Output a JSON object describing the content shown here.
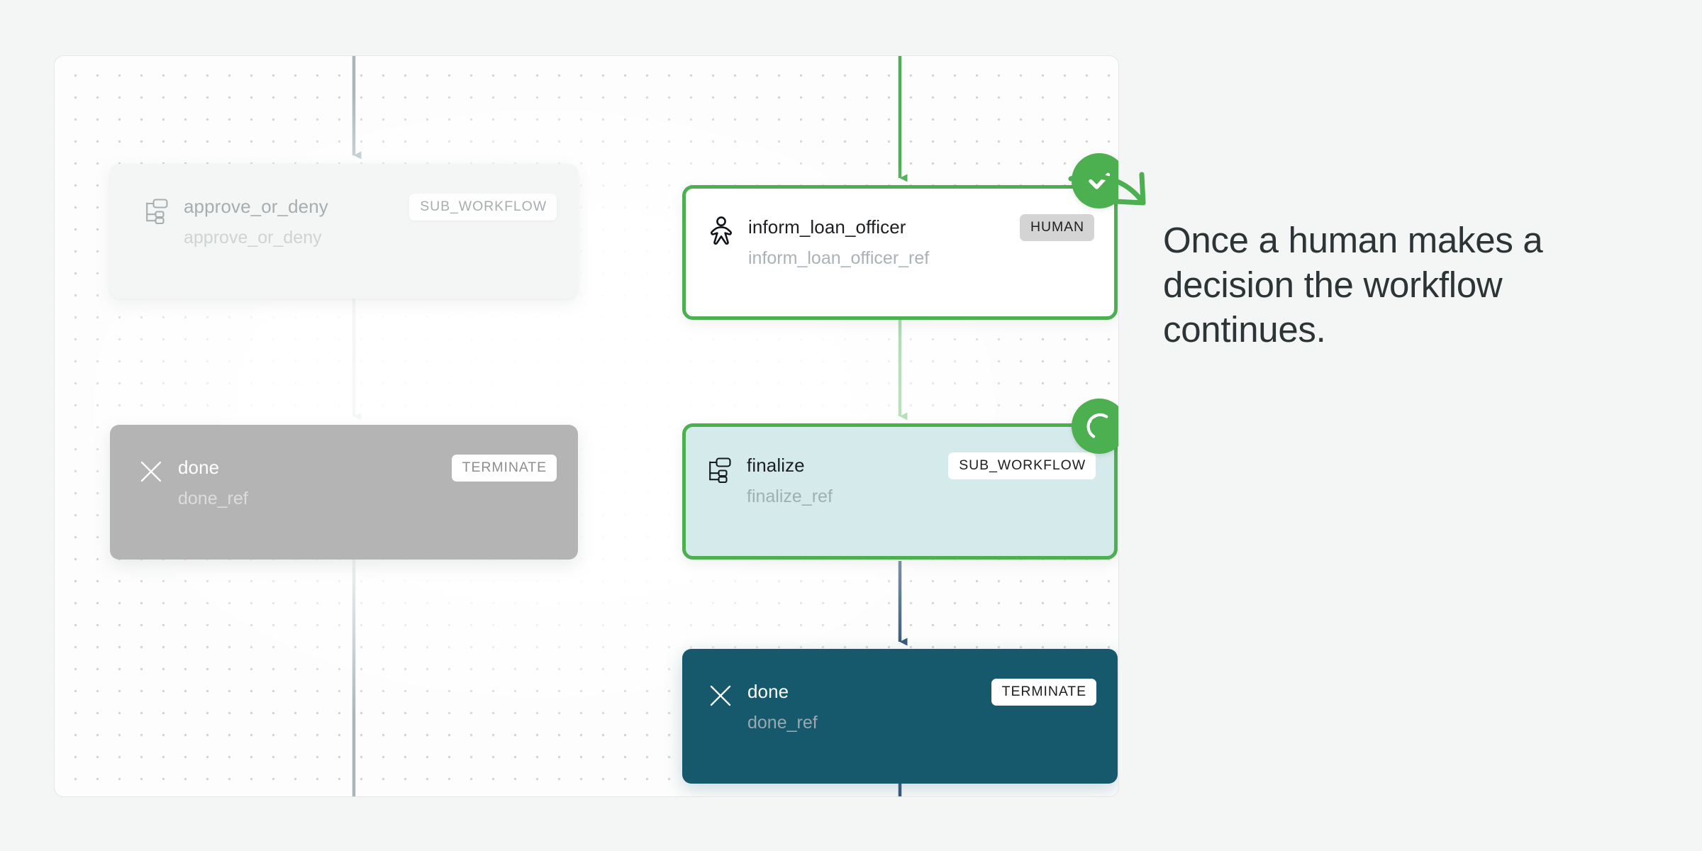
{
  "canvas": {
    "label": "workflow-canvas",
    "grid": "dotted"
  },
  "nodes": [
    {
      "id": "approve_or_deny",
      "title": "approve_or_deny",
      "ref": "approve_or_deny",
      "badge": "SUB_WORKFLOW",
      "icon": "sub-workflow-icon",
      "state": "inactive",
      "bg": "#f4f5f5"
    },
    {
      "id": "inform_loan_officer",
      "title": "inform_loan_officer",
      "ref": "inform_loan_officer_ref",
      "badge": "HUMAN",
      "icon": "person-icon",
      "state": "completed",
      "bg": "#ffffff",
      "border": "#4caf50",
      "status_icon": "check-circle-icon"
    },
    {
      "id": "done_gray",
      "title": "done",
      "ref": "done_ref",
      "badge": "TERMINATE",
      "icon": "close-x-icon",
      "state": "skipped",
      "bg": "#b4b4b4"
    },
    {
      "id": "finalize",
      "title": "finalize",
      "ref": "finalize_ref",
      "badge": "SUB_WORKFLOW",
      "icon": "sub-workflow-icon",
      "state": "running",
      "bg": "#d5eaeb",
      "border": "#4caf50",
      "status_icon": "spinner-icon"
    },
    {
      "id": "done_dark",
      "title": "done",
      "ref": "done_ref",
      "badge": "TERMINATE",
      "icon": "close-x-icon",
      "state": "terminal",
      "bg": "#17596c"
    }
  ],
  "annotation": {
    "text": "Once a human makes a decision the workflow continues.",
    "arrow": "curved-arrow-icon",
    "arrow_color": "#4caf50"
  },
  "colors": {
    "accent_green": "#4caf50",
    "edge_gray": "#a9b7bb",
    "edge_navy": "#3b5a7a",
    "dark_teal": "#17596c",
    "tint_teal": "#d5eaeb",
    "gray_node": "#b4b4b4",
    "page_bg": "#f4f5f5"
  }
}
